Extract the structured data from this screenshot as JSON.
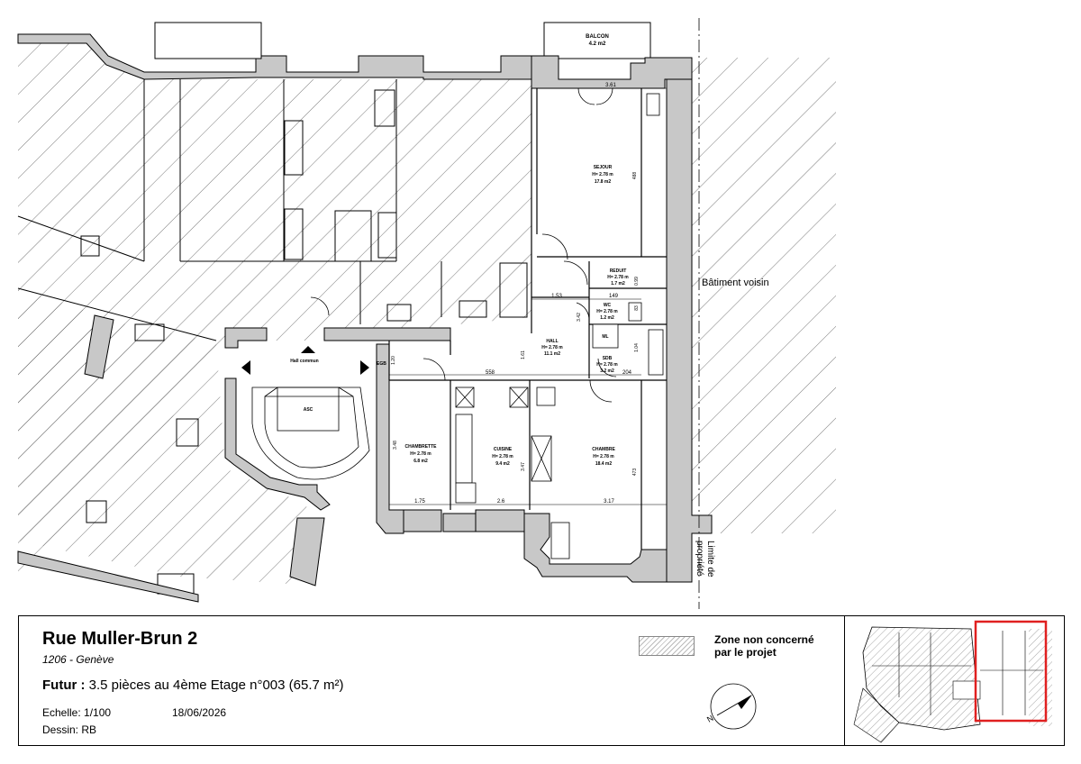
{
  "plan": {
    "rooms": {
      "balcon": {
        "name": "BALCON",
        "area": "4.2 m2"
      },
      "sejour": {
        "name": "SEJOUR",
        "height": "H= 2.78 m",
        "area": "17.8 m2"
      },
      "reduit": {
        "name": "REDUIT",
        "height": "H= 2.78 m",
        "area": "1.7 m2"
      },
      "wc": {
        "name": "WC",
        "height": "H= 2.78 m",
        "area": "1.2 m2"
      },
      "hall": {
        "name": "HALL",
        "height": "H= 2.78 m",
        "area": "11.1 m2"
      },
      "sdb": {
        "name": "SDB",
        "height": "H= 2.78 m",
        "area": "3.2 m2"
      },
      "chambrette": {
        "name": "CHAMBRETTE",
        "height": "H= 2.78 m",
        "area": "6.8 m2"
      },
      "cuisine": {
        "name": "CUISINE",
        "height": "H= 2.78 m",
        "area": "9.4 m2"
      },
      "chambre": {
        "name": "CHAMBRE",
        "height": "H= 2.78 m",
        "area": "18.4 m2"
      },
      "asc": {
        "name": "ASC"
      },
      "hall_commun": {
        "name": "Hall commun"
      },
      "ml": {
        "name": "ML"
      },
      "egb": {
        "name": "EGB"
      }
    },
    "dimensions": {
      "d361": "3.61",
      "d488": "488",
      "d099": "0.99",
      "d153": "1.53",
      "d149": "149",
      "d083": "83",
      "d342": "3.42",
      "d161": "1.61",
      "d104": "1.04",
      "d558": "558",
      "d204": "204",
      "d120": "1.20",
      "d348": "3.48",
      "d347": "3.47",
      "d473": "473",
      "d175": "1.75",
      "d26": "2.6",
      "d317": "3.17"
    },
    "batiment_voisin": "Bâtiment voisin",
    "limite_line1": "Limite de",
    "limite_line2": "propriété"
  },
  "cartouche": {
    "address": "Rue Muller-Brun 2",
    "city": "1206 - Genève",
    "futur_label": "Futur :",
    "futur_text": " 3.5 pièces au 4ème Etage n°003 (65.7 m²)",
    "echelle": "Echelle: 1/100",
    "date": "18/06/2026",
    "dessin": "Dessin:  RB",
    "legend_line1": "Zone non concerné",
    "legend_line2": "par le projet",
    "north_letter": "N"
  },
  "colors": {
    "wall": "#c8c8c8",
    "hatch": "#555555",
    "highlight": "#e02020"
  }
}
